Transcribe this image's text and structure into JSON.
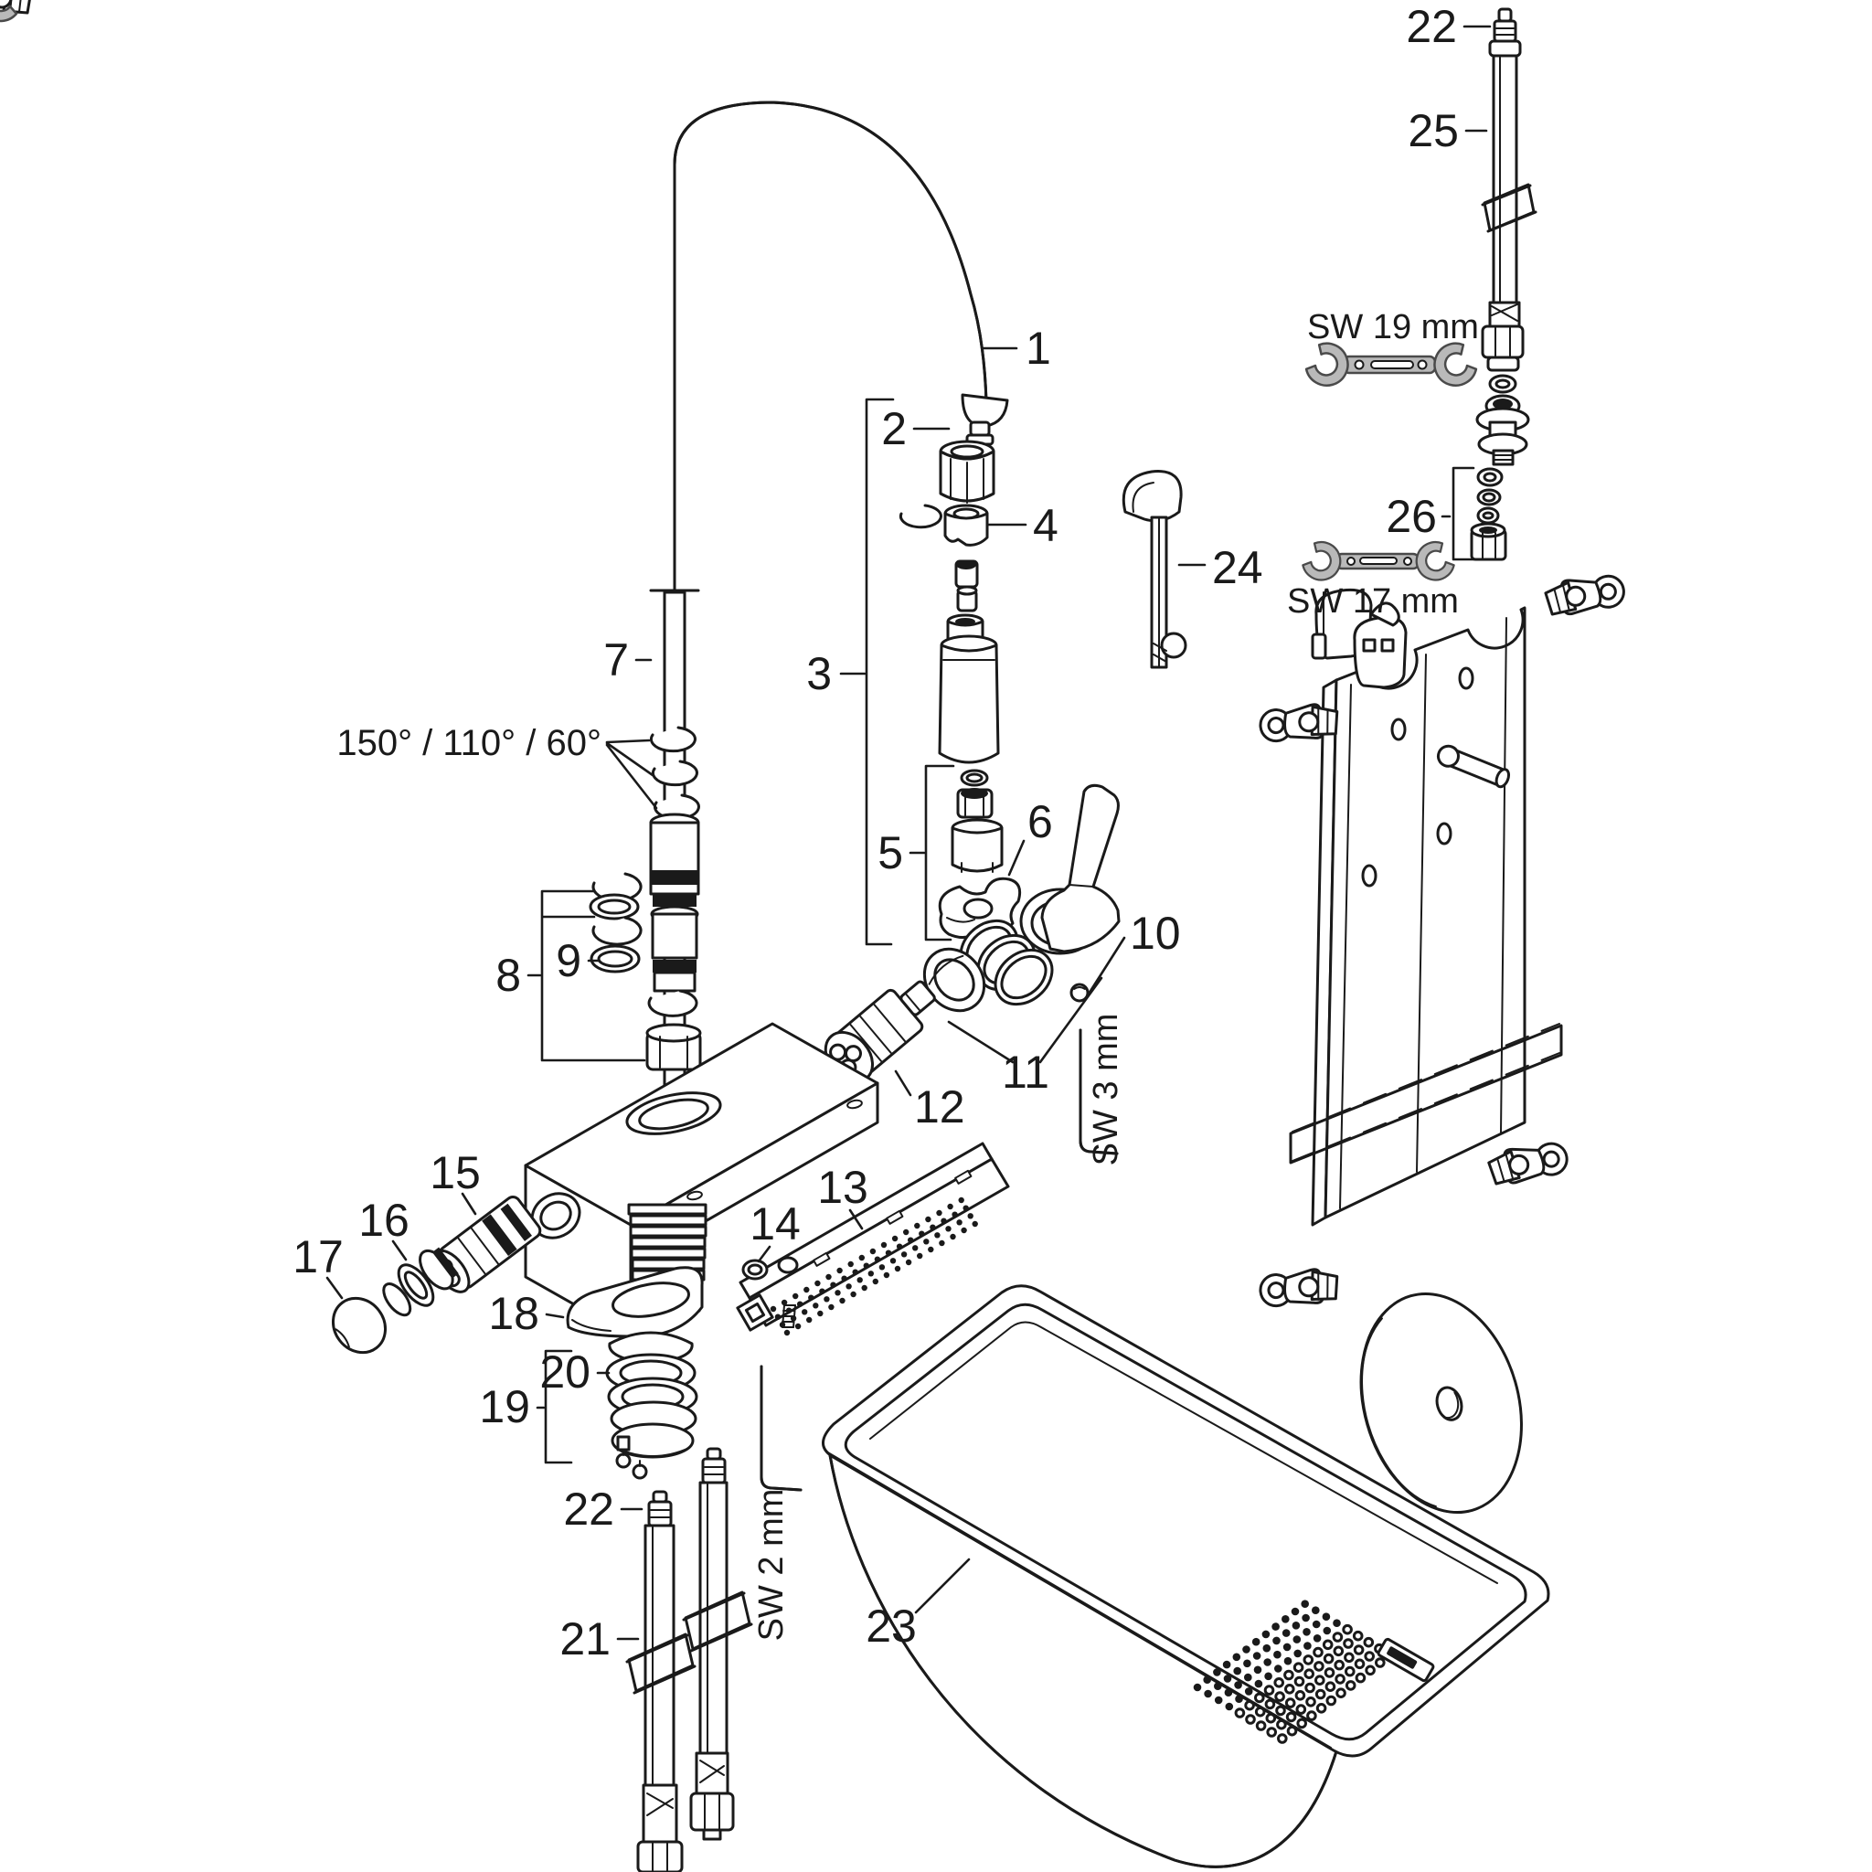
{
  "meta": {
    "title": "Exploded spare-parts diagram — kitchen mixer tap with pull-out spout, sink and mounting hardware",
    "background_color": "#ffffff",
    "line_color": "#1a1a1a",
    "tool_fill_color": "#b9b9b9"
  },
  "callouts": {
    "c1": {
      "label": "1",
      "part": "spout-hose-arc"
    },
    "c2": {
      "label": "2",
      "part": "hose-nipple"
    },
    "c3": {
      "label": "3",
      "part": "spray-head-group"
    },
    "c4": {
      "label": "4",
      "part": "guide-bushing"
    },
    "c5": {
      "label": "5",
      "part": "aerator-group"
    },
    "c6": {
      "label": "6",
      "part": "cartridge-clamp"
    },
    "c7": {
      "label": "7",
      "part": "spout-column"
    },
    "c8": {
      "label": "8",
      "part": "seal-ring-set"
    },
    "c9": {
      "label": "9",
      "part": "o-ring"
    },
    "c10": {
      "label": "10",
      "part": "grub-screw"
    },
    "c11": {
      "label": "11",
      "part": "o-ring-set"
    },
    "c12": {
      "label": "12",
      "part": "main-cartridge"
    },
    "c13": {
      "label": "13",
      "part": "drainer-rail"
    },
    "c14": {
      "label": "14",
      "part": "seal-and-spring"
    },
    "c15": {
      "label": "15",
      "part": "side-cartridge"
    },
    "c16": {
      "label": "16",
      "part": "check-valve-set"
    },
    "c17": {
      "label": "17",
      "part": "cap-plug"
    },
    "c18": {
      "label": "18",
      "part": "flange-bracket"
    },
    "c19": {
      "label": "19",
      "part": "fastening-stack"
    },
    "c20": {
      "label": "20",
      "part": "spring-washer"
    },
    "c21": {
      "label": "21",
      "part": "supply-hose-long"
    },
    "c22b": {
      "label": "22",
      "part": "supply-hose-short"
    },
    "c22t": {
      "label": "22",
      "part": "hose-nipple-top"
    },
    "c23": {
      "label": "23",
      "part": "sink-basin"
    },
    "c24": {
      "label": "24",
      "part": "hook-wrench-tool"
    },
    "c25": {
      "label": "25",
      "part": "connection-hose"
    },
    "c26": {
      "label": "26",
      "part": "fixing-set"
    }
  },
  "annotations": {
    "swivel_angles": "150° / 110° / 60°",
    "wrench_sw19": "SW 19 mm",
    "wrench_sw17": "SW 17 mm",
    "hex_key_sw3": "SW 3 mm",
    "hex_key_sw2": "SW 2 mm"
  }
}
